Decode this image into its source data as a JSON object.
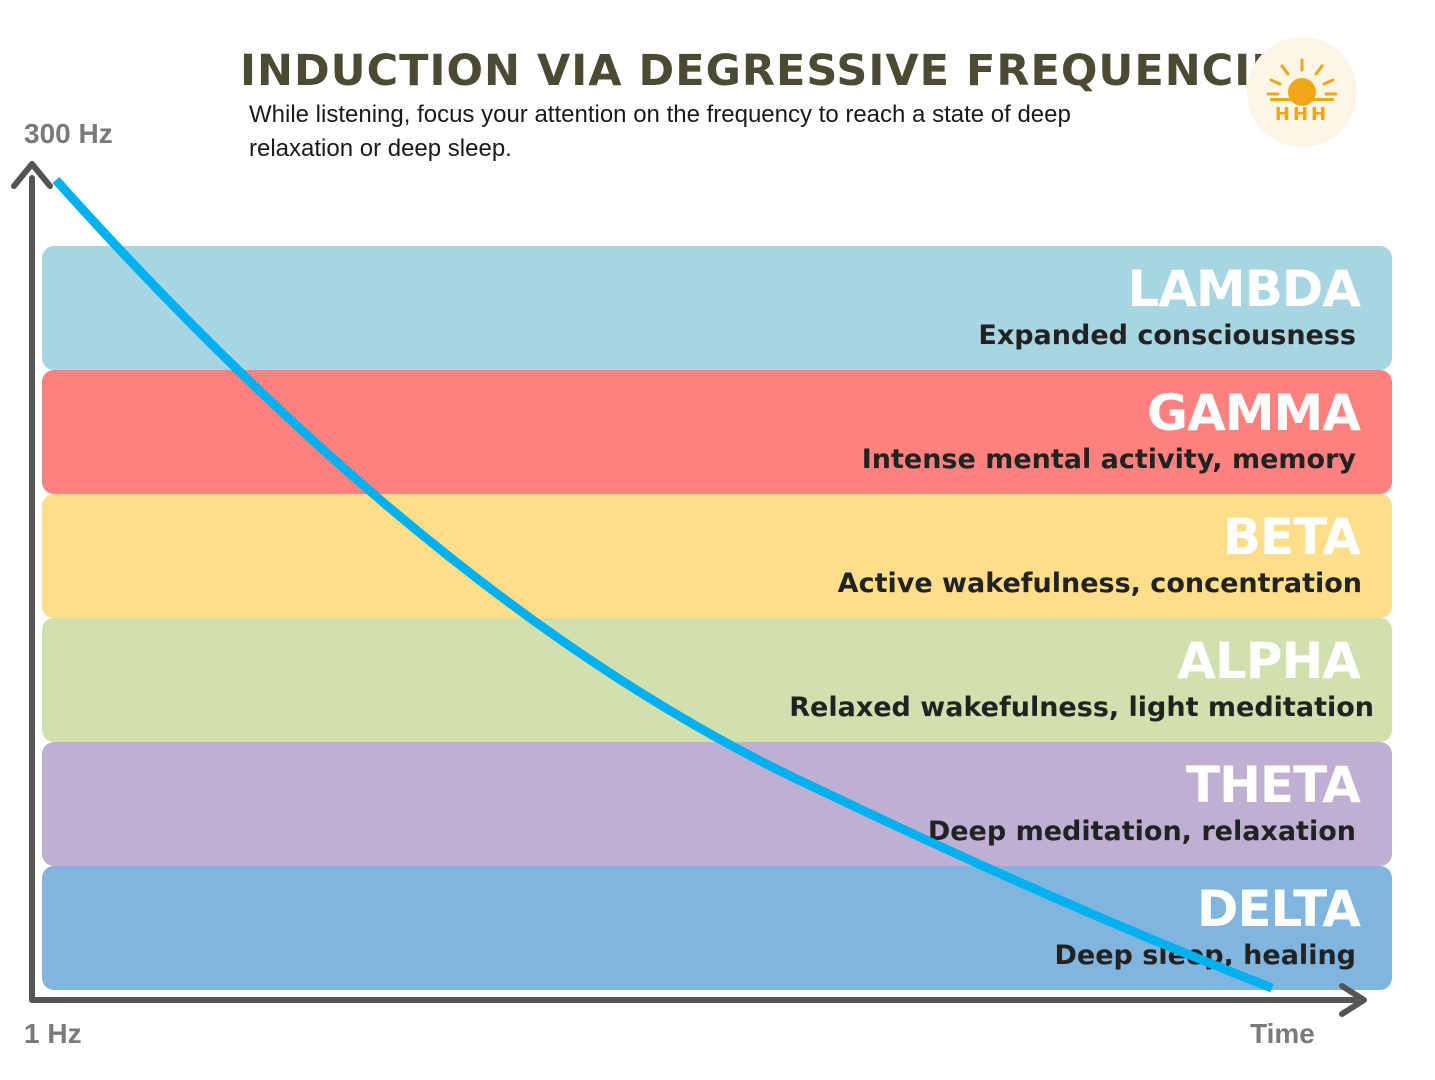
{
  "header": {
    "title": "INDUCTION VIA DEGRESSIVE FREQUENCIES",
    "subtitle": "While listening, focus your attention on the frequency to reach a state of deep relaxation or deep sleep."
  },
  "logo": {
    "icon": "sunrise-logo-icon",
    "text": "HHH",
    "colors": {
      "sun": "#f2a516",
      "background": "#fdf6e6"
    }
  },
  "axes": {
    "y_top_label": "300 Hz",
    "y_bottom_label": "1 Hz",
    "x_label": "Time",
    "axis_color": "#555555"
  },
  "bands": [
    {
      "name": "LAMBDA",
      "description": "Expanded consciousness",
      "color": "#a8d5e2"
    },
    {
      "name": "GAMMA",
      "description": "Intense mental activity, memory",
      "color": "#fd817f"
    },
    {
      "name": "BETA",
      "description": "Active wakefulness, concentration",
      "color": "#fede89"
    },
    {
      "name": "ALPHA",
      "description": "Relaxed wakefulness, light meditation",
      "color": "#d1e0ad"
    },
    {
      "name": "THETA",
      "description": "Deep meditation, relaxation",
      "color": "#bfb0d3"
    },
    {
      "name": "DELTA",
      "description": "Deep sleep, healing",
      "color": "#7fb5de"
    }
  ],
  "curve": {
    "color": "#00b0ef",
    "shape": "decreasing"
  }
}
